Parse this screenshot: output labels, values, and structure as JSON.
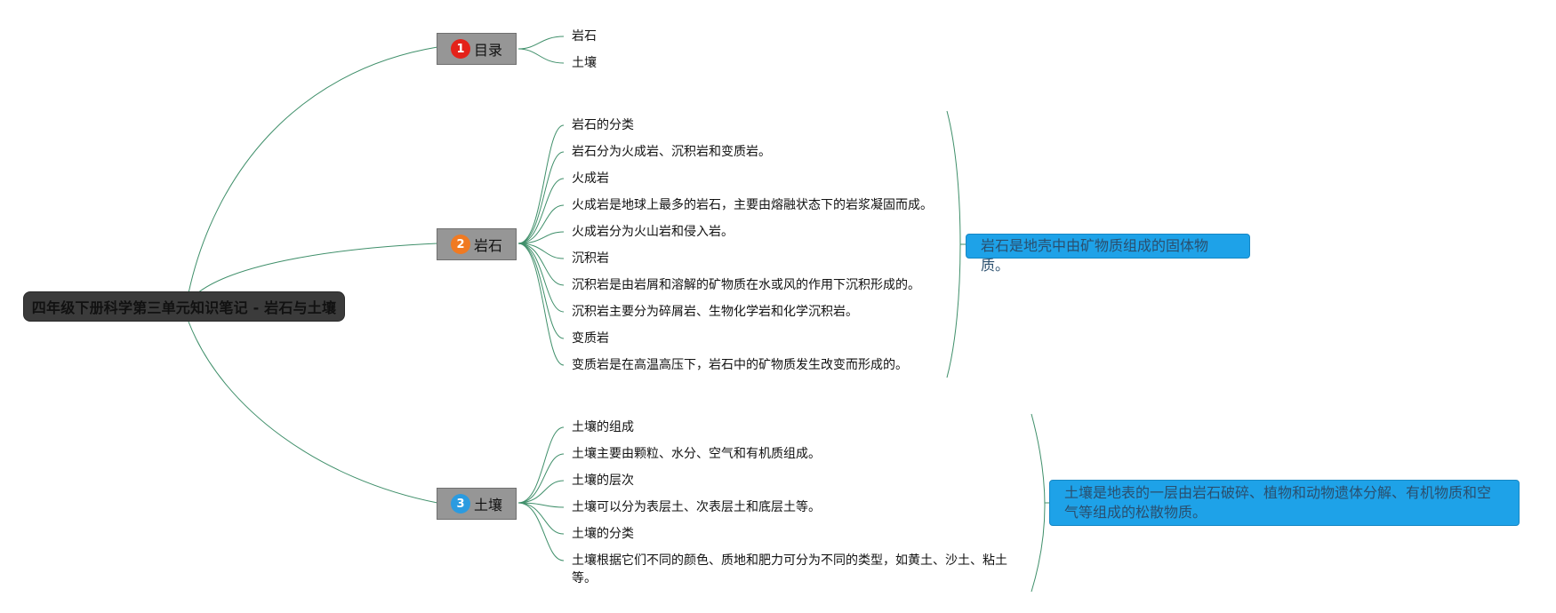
{
  "root": {
    "title": "四年级下册科学第三单元知识笔记 - 岩石与土壤"
  },
  "branches": [
    {
      "number": "1",
      "label": "目录",
      "badge_color": "#e4221a",
      "items": [
        "岩石",
        "土壤"
      ]
    },
    {
      "number": "2",
      "label": "岩石",
      "badge_color": "#f07a22",
      "items": [
        "岩石的分类",
        "岩石分为火成岩、沉积岩和变质岩。",
        "火成岩",
        "火成岩是地球上最多的岩石，主要由熔融状态下的岩浆凝固而成。",
        "火成岩分为火山岩和侵入岩。",
        "沉积岩",
        "沉积岩是由岩屑和溶解的矿物质在水或风的作用下沉积形成的。",
        "沉积岩主要分为碎屑岩、生物化学岩和化学沉积岩。",
        "变质岩",
        "变质岩是在高温高压下，岩石中的矿物质发生改变而形成的。"
      ],
      "summary": "岩石是地壳中由矿物质组成的固体物质。"
    },
    {
      "number": "3",
      "label": "土壤",
      "badge_color": "#2b9be0",
      "items": [
        "土壤的组成",
        "土壤主要由颗粒、水分、空气和有机质组成。",
        "土壤的层次",
        "土壤可以分为表层土、次表层土和底层土等。",
        "土壤的分类",
        "土壤根据它们不同的颜色、质地和肥力可分为不同的类型，如黄土、沙土、粘土等。"
      ],
      "summary": "土壤是地表的一层由岩石破碎、植物和动物遗体分解、有机物质和空气等组成的松散物质。"
    }
  ],
  "colors": {
    "connector": "#3f8f6a",
    "root_fill": "#3b3b3b",
    "branch_fill": "#969696",
    "summary_fill": "#1ea2e8"
  }
}
